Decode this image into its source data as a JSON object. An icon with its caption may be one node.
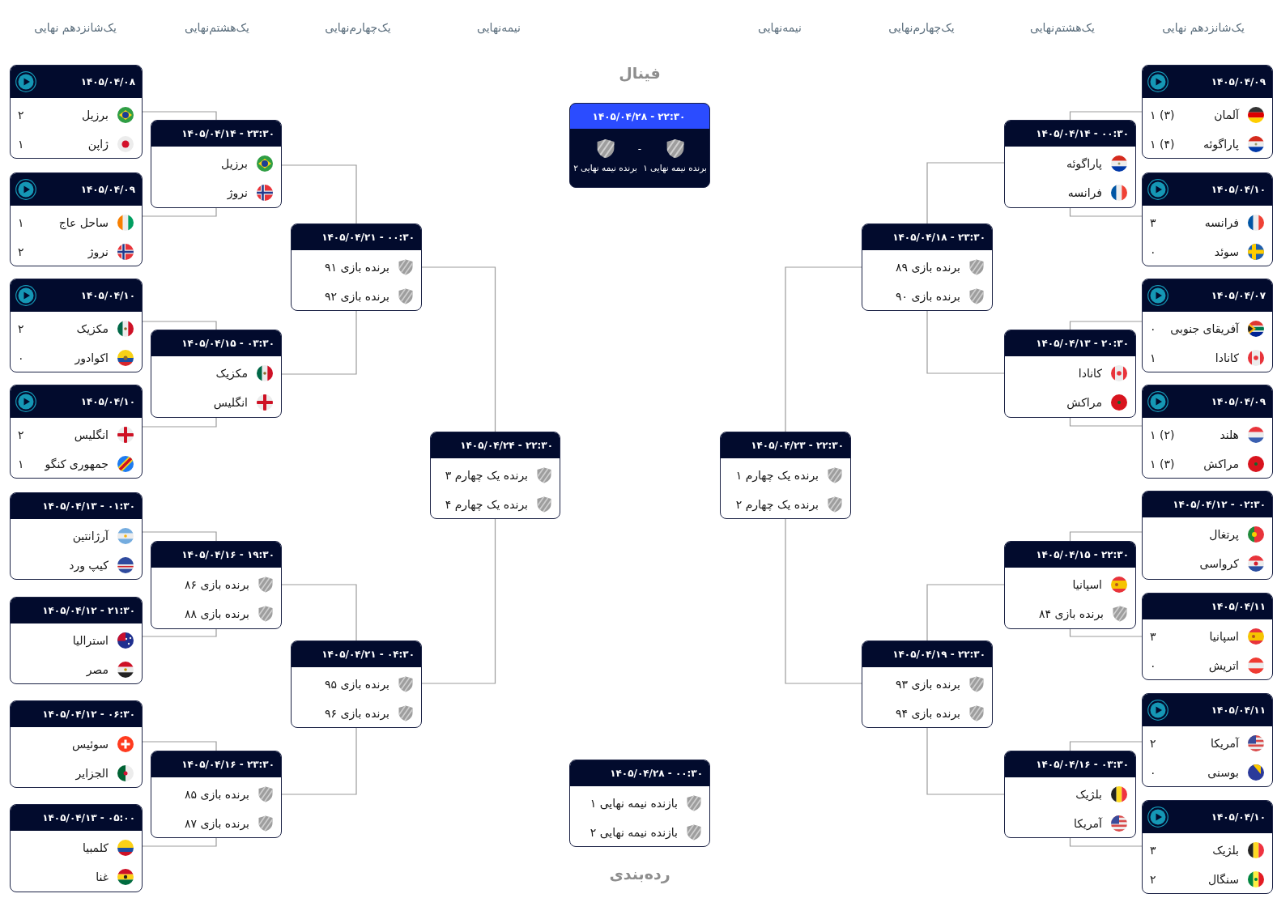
{
  "diagram": {
    "nodes": [
      {
        "text": [
          "۱۴۰۵/۰۴/۰۸",
          "برزیل",
          "۲",
          "ژاپن",
          "۱"
        ]
      },
      {
        "text": [
          "۱۴۰۵/۰۴/۰۹",
          "ساحل عاج",
          "۱",
          "نروژ",
          "۲"
        ]
      },
      {
        "text": [
          "۱۴۰۵/۰۴/۱۰",
          "مکزیک",
          "۲",
          "اکوادور",
          "۰"
        ]
      },
      {
        "text": [
          "۱۴۰۵/۰۴/۱۰",
          "انگلیس",
          "۲",
          "جمهوری کنگو",
          "۱"
        ]
      },
      {
        "text": [
          "۱۴۰۵/۰۴/۱۳ - ۰۱:۳۰",
          "آرژانتین",
          "کیپ ورد"
        ]
      },
      {
        "text": [
          "۱۴۰۵/۰۴/۱۲ - ۲۱:۳۰",
          "استرالیا",
          "مصر"
        ]
      },
      {
        "text": [
          "۱۴۰۵/۰۴/۱۲ - ۰۶:۳۰",
          "سوئیس",
          "الجزایر"
        ]
      },
      {
        "text": [
          "۱۴۰۵/۰۴/۱۳ - ۰۵:۰۰",
          "کلمبیا",
          "غنا"
        ]
      },
      {
        "text": [
          "۱۴۰۵/۰۴/۱۴ - ۲۳:۳۰",
          "برزیل",
          "نروژ"
        ]
      },
      {
        "text": [
          "۱۴۰۵/۰۴/۱۵ - ۰۳:۳۰",
          "مکزیک",
          "انگلیس"
        ]
      },
      {
        "text": [
          "۱۴۰۵/۰۴/۱۶ - ۱۹:۳۰",
          "برنده بازی ۸۶",
          "برنده بازی ۸۸"
        ]
      },
      {
        "text": [
          "۱۴۰۵/۰۴/۱۶ - ۲۳:۳۰",
          "برنده بازی ۸۵",
          "برنده بازی ۸۷"
        ]
      },
      {
        "text": [
          "۱۴۰۵/۰۴/۲۱ - ۰۰:۳۰",
          "برنده بازی ۹۱",
          "برنده بازی ۹۲"
        ]
      },
      {
        "text": [
          "۱۴۰۵/۰۴/۲۱ - ۰۴:۳۰",
          "برنده بازی ۹۵",
          "برنده بازی ۹۶"
        ]
      },
      {
        "text": [
          "۱۴۰۵/۰۴/۲۴ - ۲۲:۳۰",
          "برنده یک چهارم ۳",
          "برنده یک چهارم ۴"
        ]
      },
      {
        "text": [
          "فینال",
          "۱۴۰۵/۰۴/۲۸ - ۲۲:۳۰",
          "-",
          "برنده نیمه نهایی ۱",
          "برنده نیمه نهایی ۲"
        ]
      },
      {
        "text": [
          "۱۴۰۵/۰۴/۲۸ - ۰۰:۳۰",
          "بازنده نیمه نهایی ۱",
          "بازنده نیمه نهایی ۲",
          "رده‌بندی"
        ]
      },
      {
        "text": [
          "۱۴۰۵/۰۴/۲۳ - ۲۲:۳۰",
          "برنده یک چهارم ۱",
          "برنده یک چهارم ۲"
        ]
      },
      {
        "text": [
          "۱۴۰۵/۰۴/۱۸ - ۲۳:۳۰",
          "برنده بازی ۸۹",
          "برنده بازی ۹۰"
        ]
      },
      {
        "text": [
          "۱۴۰۵/۰۴/۱۹ - ۲۲:۳۰",
          "برنده بازی ۹۳",
          "برنده بازی ۹۴"
        ]
      },
      {
        "text": [
          "۱۴۰۵/۰۴/۱۴ - ۰۰:۳۰",
          "پاراگوئه",
          "فرانسه"
        ]
      },
      {
        "text": [
          "۱۴۰۵/۰۴/۱۳ - ۲۰:۳۰",
          "کانادا",
          "مراکش"
        ]
      },
      {
        "text": [
          "۱۴۰۵/۰۴/۱۵ - ۲۲:۳۰",
          "اسپانیا",
          "برنده بازی ۸۴"
        ]
      },
      {
        "text": [
          "۱۴۰۵/۰۴/۱۶ - ۰۳:۳۰",
          "بلژیک",
          "آمریکا"
        ]
      },
      {
        "text": [
          "۱۴۰۵/۰۴/۰۹",
          "آلمان",
          "۱ (۳)",
          "پاراگوئه",
          "۱ (۴)"
        ]
      },
      {
        "text": [
          "۱۴۰۵/۰۴/۱۰",
          "فرانسه",
          "۳",
          "سوئد",
          "۰"
        ]
      },
      {
        "text": [
          "۱۴۰۵/۰۴/۰۷",
          "آفریقای جنوبی",
          "۰",
          "کانادا",
          "۱"
        ]
      },
      {
        "text": [
          "۱۴۰۵/۰۴/۰۹",
          "هلند",
          "۱ (۲)",
          "مراکش",
          "۱ (۳)"
        ]
      },
      {
        "text": [
          "۱۴۰۵/۰۴/۱۲ - ۰۲:۳۰",
          "پرتغال",
          "کرواسی"
        ]
      },
      {
        "text": [
          "۱۴۰۵/۰۴/۱۱",
          "اسپانیا",
          "۳",
          "اتریش",
          "۰"
        ]
      },
      {
        "text": [
          "۱۴۰۵/۰۴/۱۱",
          "آمریکا",
          "۲",
          "بوسنی",
          "۰"
        ]
      },
      {
        "text": [
          "۱۴۰۵/۰۴/۱۰",
          "بلژیک",
          "۳",
          "سنگال",
          "۲"
        ]
      }
    ],
    "edges": [
      {
        "from": 0,
        "to": 8,
        "arrow": "none"
      },
      {
        "from": 1,
        "to": 8,
        "arrow": "none"
      },
      {
        "from": 2,
        "to": 9,
        "arrow": "none"
      },
      {
        "from": 3,
        "to": 9,
        "arrow": "none"
      },
      {
        "from": 4,
        "to": 10,
        "arrow": "none"
      },
      {
        "from": 5,
        "to": 10,
        "arrow": "none"
      },
      {
        "from": 6,
        "to": 11,
        "arrow": "none"
      },
      {
        "from": 7,
        "to": 11,
        "arrow": "none"
      },
      {
        "from": 8,
        "to": 12,
        "arrow": "none"
      },
      {
        "from": 9,
        "to": 12,
        "arrow": "none"
      },
      {
        "from": 10,
        "to": 13,
        "arrow": "none"
      },
      {
        "from": 11,
        "to": 13,
        "arrow": "none"
      },
      {
        "from": 12,
        "to": 14,
        "arrow": "none"
      },
      {
        "from": 13,
        "to": 14,
        "arrow": "none"
      },
      {
        "from": 24,
        "to": 20,
        "arrow": "none"
      },
      {
        "from": 25,
        "to": 20,
        "arrow": "none"
      },
      {
        "from": 26,
        "to": 21,
        "arrow": "none"
      },
      {
        "from": 27,
        "to": 21,
        "arrow": "none"
      },
      {
        "from": 28,
        "to": 22,
        "arrow": "none"
      },
      {
        "from": 29,
        "to": 22,
        "arrow": "none"
      },
      {
        "from": 30,
        "to": 23,
        "arrow": "none"
      },
      {
        "from": 31,
        "to": 23,
        "arrow": "none"
      },
      {
        "from": 20,
        "to": 18,
        "arrow": "none"
      },
      {
        "from": 21,
        "to": 18,
        "arrow": "none"
      },
      {
        "from": 22,
        "to": 19,
        "arrow": "none"
      },
      {
        "from": 23,
        "to": 19,
        "arrow": "none"
      },
      {
        "from": 18,
        "to": 17,
        "arrow": "none"
      },
      {
        "from": 19,
        "to": 17,
        "arrow": "none"
      }
    ],
    "labels": [
      "یک‌شانزدهم نهایی",
      "یک‌هشتم‌نهایی",
      "یک‌چهارم‌نهایی",
      "نیمه‌نهایی",
      "نیمه‌نهایی",
      "یک‌چهارم‌نهایی",
      "یک‌هشتم‌نهایی",
      "یک‌شانزدهم نهایی"
    ]
  }
}
